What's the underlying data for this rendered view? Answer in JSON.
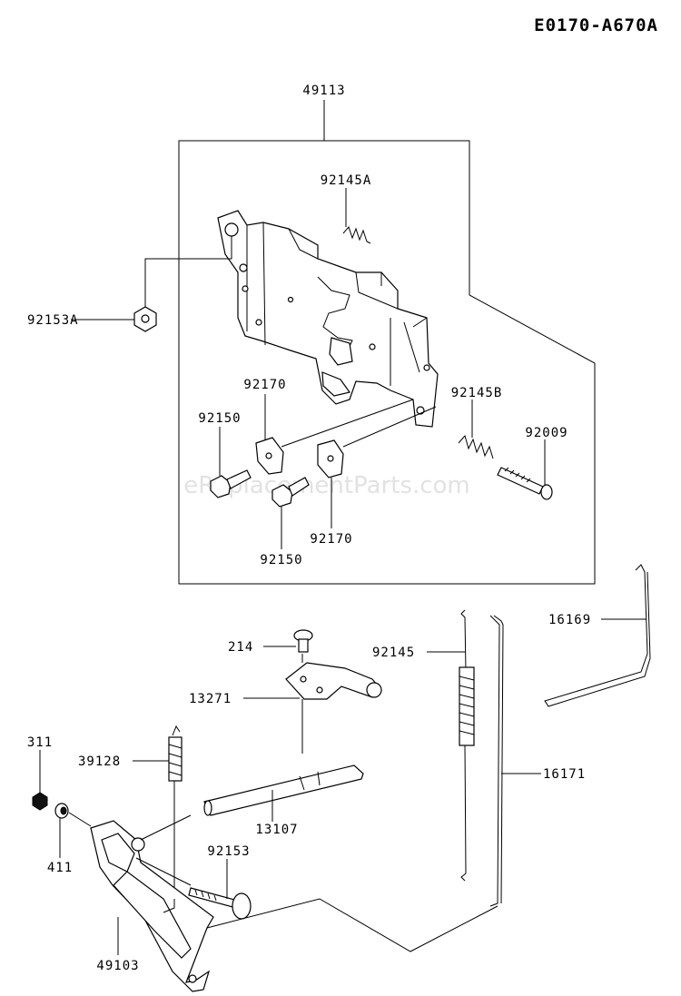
{
  "diagram_code": "E0170-A670A",
  "watermark": "eReplacementParts.com",
  "callouts": {
    "assembly": "49113",
    "spring_a": "92145A",
    "bolt_a": "92153A",
    "spring_b": "92145B",
    "plate_upper": "92170",
    "bolt_upper": "92150",
    "screw": "92009",
    "plate_lower": "92170",
    "bolt_lower": "92150",
    "rod_right": "16169",
    "rod_left": "16171",
    "spring": "92145",
    "pin": "214",
    "plate": "13271",
    "nut": "311",
    "spring_39128": "39128",
    "shaft": "13107",
    "washer": "411",
    "bolt": "92153",
    "lever": "49103"
  }
}
